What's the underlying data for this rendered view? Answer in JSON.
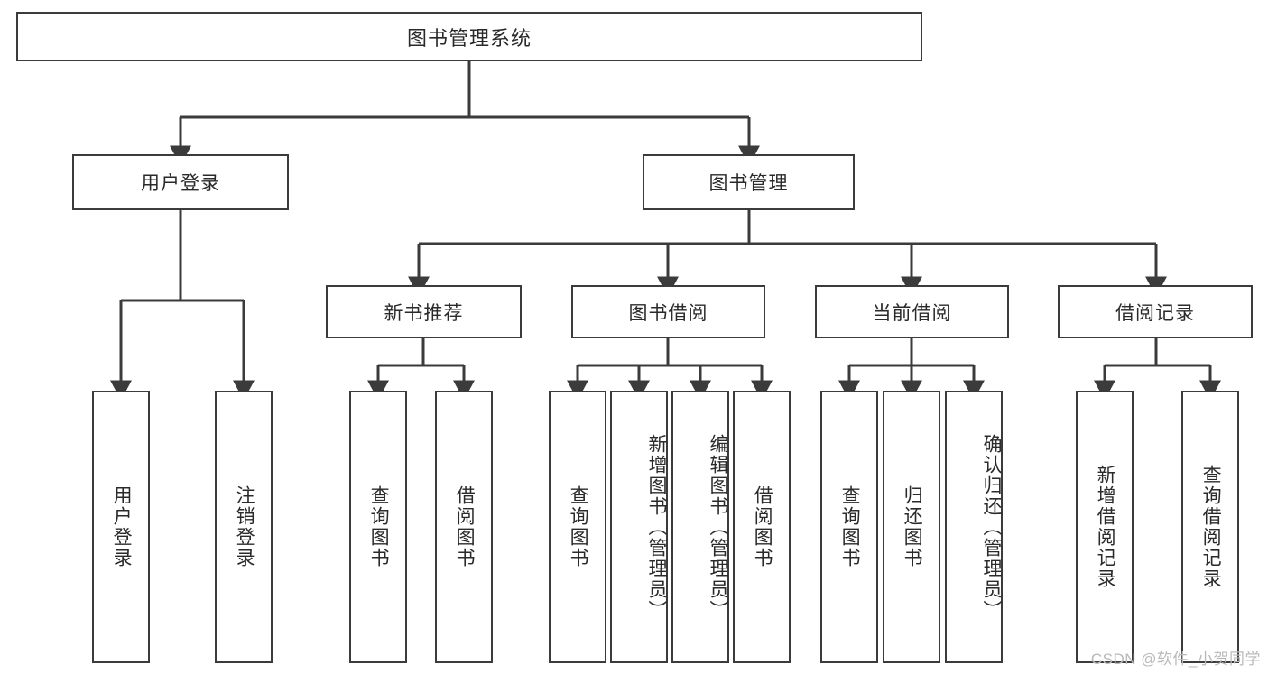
{
  "diagram": {
    "type": "tree-hierarchy-chart",
    "title": "图书管理系统",
    "watermark": "CSDN @软件_小贺同学",
    "colors": {
      "stroke": "#3b3b3b",
      "fill": "#ffffff",
      "text": "#2a2a2a",
      "watermark": "#b9b9b9",
      "background": "#ffffff"
    },
    "root": {
      "label": "图书管理系统"
    },
    "level2": [
      {
        "id": "user-login",
        "label": "用户登录"
      },
      {
        "id": "book-manage",
        "label": "图书管理"
      }
    ],
    "level3": [
      {
        "id": "new-book-rec",
        "label": "新书推荐"
      },
      {
        "id": "book-borrow",
        "label": "图书借阅"
      },
      {
        "id": "current-borrow",
        "label": "当前借阅"
      },
      {
        "id": "borrow-record",
        "label": "借阅记录"
      }
    ],
    "leaves": {
      "user_login": [
        {
          "id": "leaf-user-login",
          "label": "用户登录"
        },
        {
          "id": "leaf-logout",
          "label": "注销登录"
        }
      ],
      "new_book_rec": [
        {
          "id": "leaf-query-book-1",
          "label": "查询图书"
        },
        {
          "id": "leaf-borrow-book-1",
          "label": "借阅图书"
        }
      ],
      "book_borrow": [
        {
          "id": "leaf-query-book-2",
          "label": "查询图书"
        },
        {
          "id": "leaf-add-book",
          "label": "新增图书（管理员）"
        },
        {
          "id": "leaf-edit-book",
          "label": "编辑图书（管理员）"
        },
        {
          "id": "leaf-borrow-book-2",
          "label": "借阅图书"
        }
      ],
      "current_borrow": [
        {
          "id": "leaf-query-book-3",
          "label": "查询图书"
        },
        {
          "id": "leaf-return-book",
          "label": "归还图书"
        },
        {
          "id": "leaf-confirm-return",
          "label": "确认归还（管理员）"
        }
      ],
      "borrow_record": [
        {
          "id": "leaf-add-record",
          "label": "新增借阅记录"
        },
        {
          "id": "leaf-query-record",
          "label": "查询借阅记录"
        }
      ]
    }
  }
}
